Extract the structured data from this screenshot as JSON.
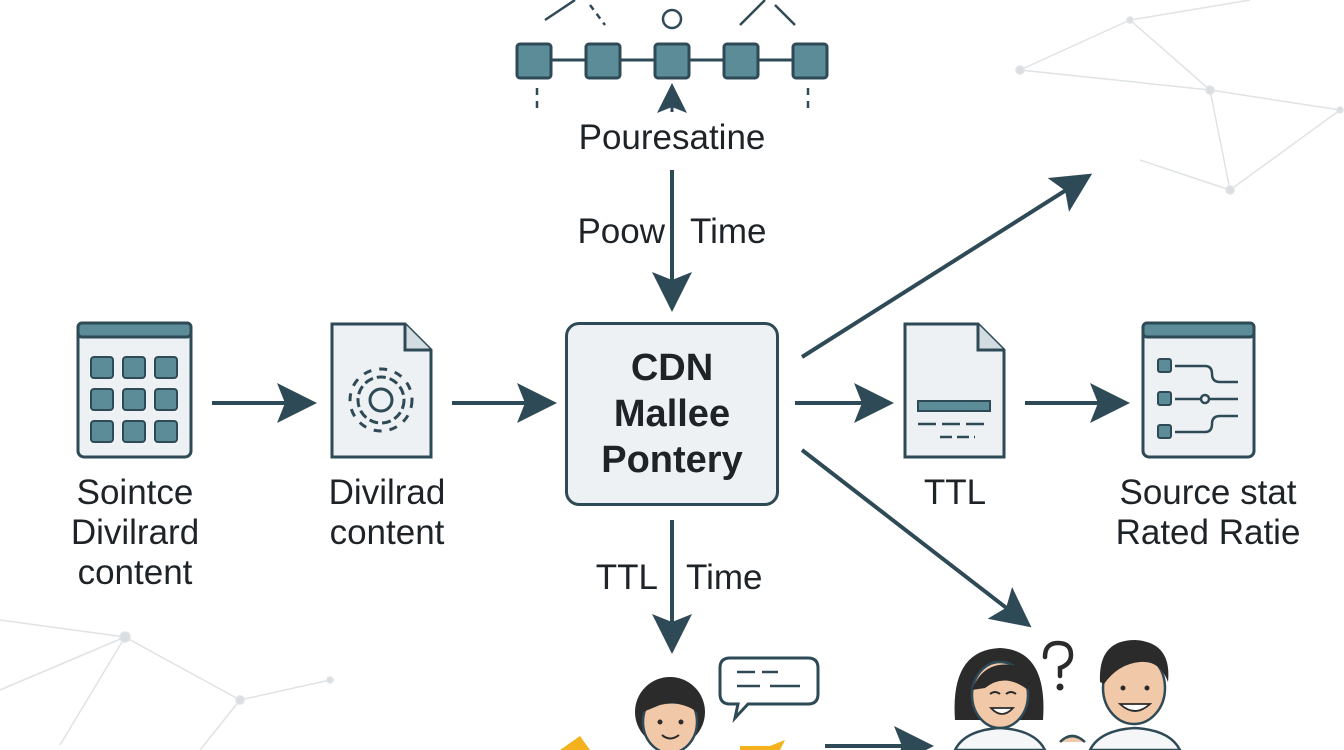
{
  "colors": {
    "stroke": "#2f4a57",
    "box_fill": "#eef1f3",
    "tile_fill": "#5b8c97",
    "skin": "#f2c9a8",
    "hair": "#2b2b2b",
    "accent_yellow": "#f3b21b",
    "network_lines": "#d9dee2"
  },
  "labels": {
    "pipeline_caption": "Pouresatine",
    "flow_left": "Poow",
    "flow_right": "Time",
    "source_node": "Sointce\nDivilrard\ncontent",
    "delivered_node": "Divilrad\ncontent",
    "cdn_node": "CDN\nMallee\nPontery",
    "ttl_node": "TTL",
    "rate_node": "Source stat\nRated Ratie",
    "bottom_left": "TTL",
    "bottom_right": "Time"
  },
  "icons": {
    "source": "grid-window-icon",
    "delivered": "gear-document-icon",
    "ttl": "text-document-icon",
    "rate": "flow-window-icon",
    "people": "users-icon",
    "question": "question-mark-icon",
    "speech": "speech-bubble-icon"
  }
}
